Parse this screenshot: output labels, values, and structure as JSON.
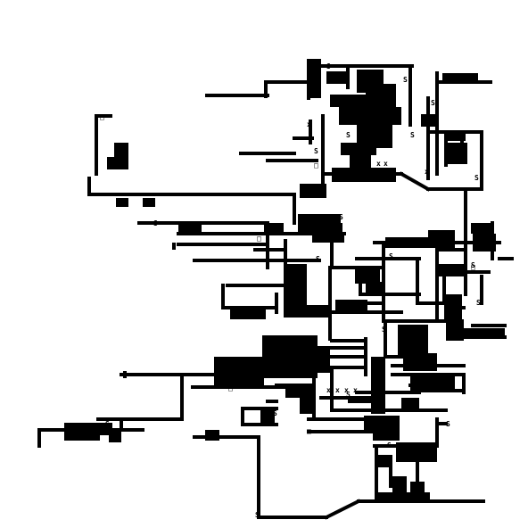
{
  "game": {
    "colors": {
      "background": "#ffffff",
      "wall": "#000000",
      "glyph_on_light": "#000000",
      "glyph_on_dark": "#ffffff"
    },
    "glyphs": {
      "start": "S",
      "cross": "x",
      "door": "□"
    },
    "start_markers": [
      "S",
      "S",
      "S",
      "S",
      "S",
      "S",
      "S",
      "S",
      "S",
      "S",
      "S",
      "S",
      "S",
      "S",
      "S",
      "S",
      "S",
      "S",
      "S",
      "S",
      "S",
      "S",
      "S"
    ]
  }
}
